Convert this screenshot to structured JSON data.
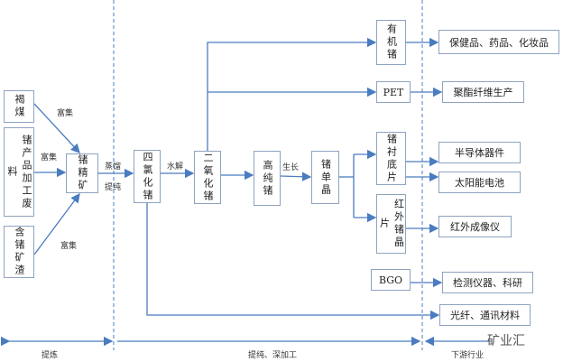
{
  "nodes": {
    "lignite": "褐煤",
    "ge_waste": "锗产品加工废料",
    "ge_slag": "含锗矿渣",
    "ge_concentrate": "锗精矿",
    "gecl4": "四氯化锗",
    "geo2": "二氧化锗",
    "high_purity_ge": "高纯锗",
    "ge_single_crystal": "锗单晶",
    "organic_ge": "有机锗",
    "pet": "PET",
    "ge_substrate": "锗衬底片",
    "ir_ge_wafer": "红外锗晶片",
    "bgo": "BGO"
  },
  "applications": {
    "health": "保健品、药品、化妆品",
    "polyester": "聚酯纤维生产",
    "semiconductor": "半导体器件",
    "solar": "太阳能电池",
    "ir_imager": "红外成像仪",
    "detector": "检测仪器、科研",
    "fiber": "光纤、通讯材料"
  },
  "edge_labels": {
    "enrich1": "富集",
    "enrich2": "富集",
    "enrich3": "富集",
    "distill": "蒸馏",
    "purify": "提纯",
    "hydrolysis": "水解",
    "growth": "生长"
  },
  "stages": {
    "refining": "提炼",
    "processing": "提纯、深加工",
    "downstream": "下游行业"
  },
  "watermark": "矿业汇",
  "colors": {
    "line": "#4a7cc0",
    "box_border": "#8ea3c0"
  }
}
